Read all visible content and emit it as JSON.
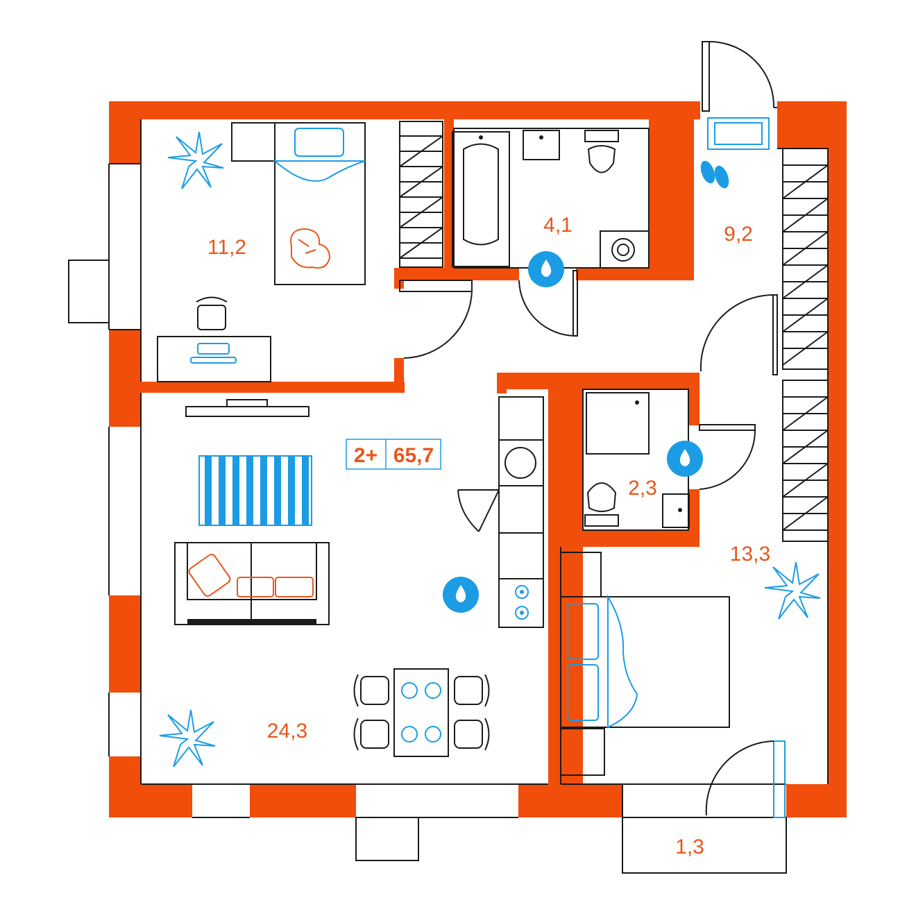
{
  "plan": {
    "rooms_count": "2+",
    "total_area": "65,7"
  },
  "rooms": {
    "bedroom_1_area": "11,2",
    "bathroom_area": "4,1",
    "hallway_area": "9,2",
    "toilet_area": "2,3",
    "living_room_area": "24,3",
    "bedroom_2_area": "13,3",
    "balcony_area": "1,3"
  },
  "colors": {
    "wall": "#f04e0a",
    "accent_blue": "#1b9ce5",
    "label_orange": "#e8561b"
  },
  "icons": [
    "plant-icon",
    "water-drop-icon",
    "bath-icon",
    "toilet-icon",
    "sink-icon",
    "washer-icon",
    "stove-icon",
    "bed-icon",
    "sofa-icon",
    "slippers-icon",
    "cat-icon"
  ]
}
